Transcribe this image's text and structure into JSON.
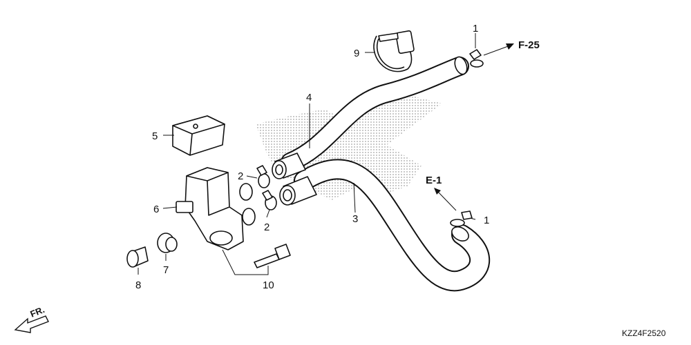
{
  "diagram": {
    "callouts": [
      {
        "id": "c1a",
        "text": "1"
      },
      {
        "id": "c1b",
        "text": "1"
      },
      {
        "id": "c2a",
        "text": "2"
      },
      {
        "id": "c2b",
        "text": "2"
      },
      {
        "id": "c3",
        "text": "3"
      },
      {
        "id": "c4",
        "text": "4"
      },
      {
        "id": "c5",
        "text": "5"
      },
      {
        "id": "c6",
        "text": "6"
      },
      {
        "id": "c7",
        "text": "7"
      },
      {
        "id": "c8",
        "text": "8"
      },
      {
        "id": "c9",
        "text": "9"
      },
      {
        "id": "c10",
        "text": "10"
      }
    ],
    "refs": {
      "f25": "F-25",
      "e1": "E-1"
    },
    "front_label": "FR.",
    "diagram_code": "KZZ4F2520"
  }
}
